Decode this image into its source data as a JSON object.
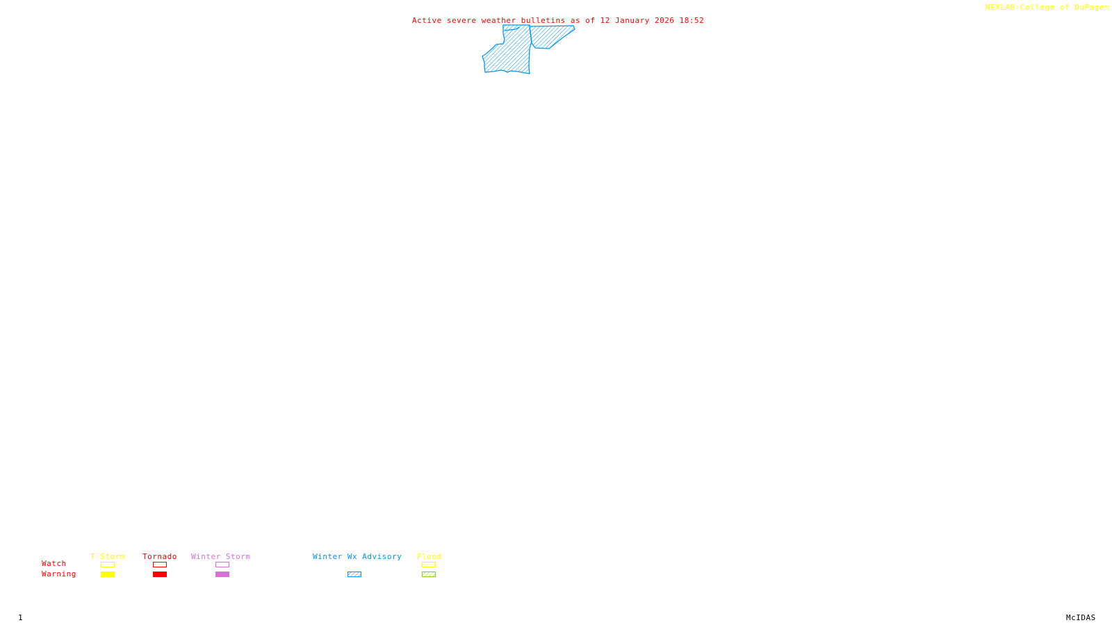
{
  "header": {
    "title": "Active severe weather bulletins as of 12 January 2026 18:52",
    "credit": "NEXLAB-College of DuPage",
    "credit_logo_icon": "nexlab-logo-icon"
  },
  "colors": {
    "title": "#ff0000",
    "credit": "#ffff00",
    "tstorm": "#ffff00",
    "tornado": "#ff0000",
    "winter_storm": "#da70d6",
    "winter_advisory": "#0096ff",
    "flood_watch": "#ffff00",
    "flood_warning": "#7fd700",
    "footer": "#000000"
  },
  "map": {
    "alerts": [
      {
        "type": "Winter Wx Advisory",
        "pattern": "hatched",
        "region": "west"
      },
      {
        "type": "Winter Wx Advisory",
        "pattern": "hatched",
        "region": "east"
      }
    ]
  },
  "legend": {
    "row_labels": {
      "watch": "Watch",
      "warning": "Warning"
    },
    "categories": [
      {
        "label": "T-Storm",
        "watch": "outline",
        "warning": "filled"
      },
      {
        "label": "Tornado",
        "watch": "outline",
        "warning": "filled"
      },
      {
        "label": "Winter Storm",
        "watch": "outline",
        "warning": "filled"
      },
      {
        "label": "Winter Wx Advisory",
        "watch": null,
        "warning": "hatched"
      },
      {
        "label": "Flood",
        "watch": "hatched",
        "warning": "hatched"
      }
    ]
  },
  "footer": {
    "frame_number": "1",
    "software": "McIDAS"
  }
}
